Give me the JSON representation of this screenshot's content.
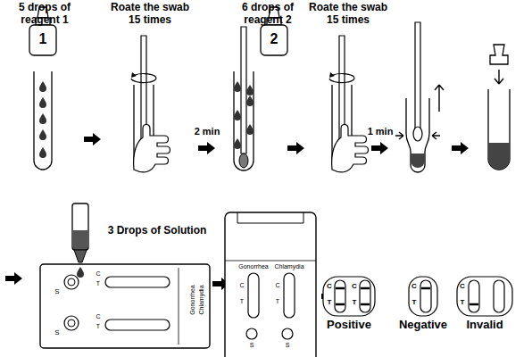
{
  "diagram": {
    "labels": [
      "5 drops of reagent 1",
      "Roate the swab 15 times",
      "6 drops of reagent 2",
      "Roate the swab 15 times",
      "1",
      "2",
      "2 min",
      "1 min",
      "3 Drops of Solution",
      "Gonorrhea",
      "Chlamydia",
      "C",
      "T",
      "C",
      "T",
      "S",
      "S",
      "Gonorrhea",
      "Chlamydia",
      "C",
      "T",
      "C",
      "T",
      "S",
      "S",
      "C",
      "T",
      "C",
      "T",
      "C",
      "T",
      "C",
      "T",
      "Positive",
      "Negative",
      "Invalid"
    ]
  }
}
